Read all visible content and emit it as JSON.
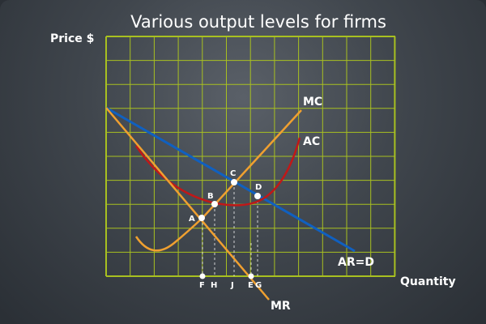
{
  "chart_data": {
    "type": "line",
    "title": "Various output levels for firms",
    "ylabel": "Price $",
    "xlabel": "Quantity",
    "grid": true,
    "series": [
      {
        "name": "MC",
        "color": "#f0a030"
      },
      {
        "name": "AC",
        "color": "#c01818"
      },
      {
        "name": "AR=D",
        "color": "#1060c0"
      },
      {
        "name": "MR",
        "color": "#f0a030"
      }
    ],
    "points": [
      "A",
      "B",
      "C",
      "D"
    ],
    "quantity_labels": [
      "F",
      "H",
      "J",
      "E",
      "G"
    ]
  },
  "colors": {
    "grid": "#a8c020",
    "mc": "#f0a030",
    "ac": "#c01818",
    "ar": "#1060c0",
    "mr": "#f0a030",
    "text": "#ffffff"
  }
}
